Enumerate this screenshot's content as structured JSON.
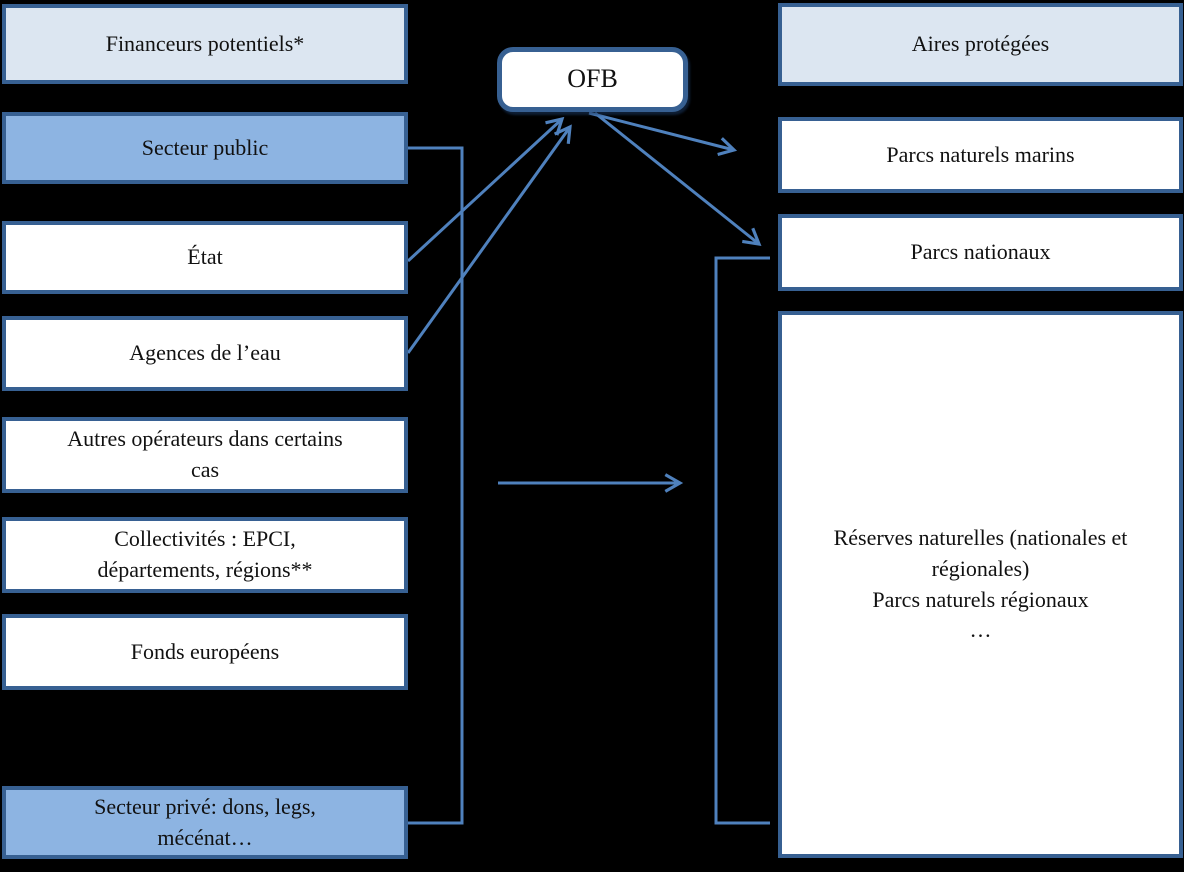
{
  "colors": {
    "background": "#000000",
    "box_border": "#376092",
    "header_fill": "#DCE6F1",
    "sector_fill": "#8DB4E2",
    "box_fill": "#FFFFFF",
    "connector": "#4F81BD",
    "text": "#111111"
  },
  "left_column": {
    "header": "Financeurs potentiels*",
    "items": [
      {
        "label": "Secteur public"
      },
      {
        "label": "État"
      },
      {
        "label": "Agences de l’eau"
      },
      {
        "label": "Autres opérateurs dans certains\ncas"
      },
      {
        "label": "Collectivités : EPCI,\ndépartements, régions**"
      },
      {
        "label": "Fonds européens"
      },
      {
        "label": "Secteur privé:  dons, legs,\nmécénat…"
      }
    ]
  },
  "center": {
    "label": "OFB"
  },
  "right_column": {
    "header": "Aires protégées",
    "items": [
      {
        "label": "Parcs naturels marins"
      },
      {
        "label": "Parcs nationaux"
      }
    ],
    "group_box": {
      "label": "Réserves naturelles (nationales et\nrégionales)\nParcs naturels régionaux\n…"
    }
  },
  "edges": [
    {
      "from": "État",
      "to": "OFB",
      "type": "arrow"
    },
    {
      "from": "Agences de l’eau",
      "to": "OFB",
      "type": "arrow"
    },
    {
      "from": "OFB",
      "to": "Parcs naturels marins",
      "type": "arrow"
    },
    {
      "from": "OFB",
      "to": "Parcs nationaux",
      "type": "arrow"
    },
    {
      "from": "Secteur public + Secteur privé (bracket)",
      "to": "Parcs nationaux + Réserves naturelles (bracket)",
      "type": "arrow"
    }
  ]
}
